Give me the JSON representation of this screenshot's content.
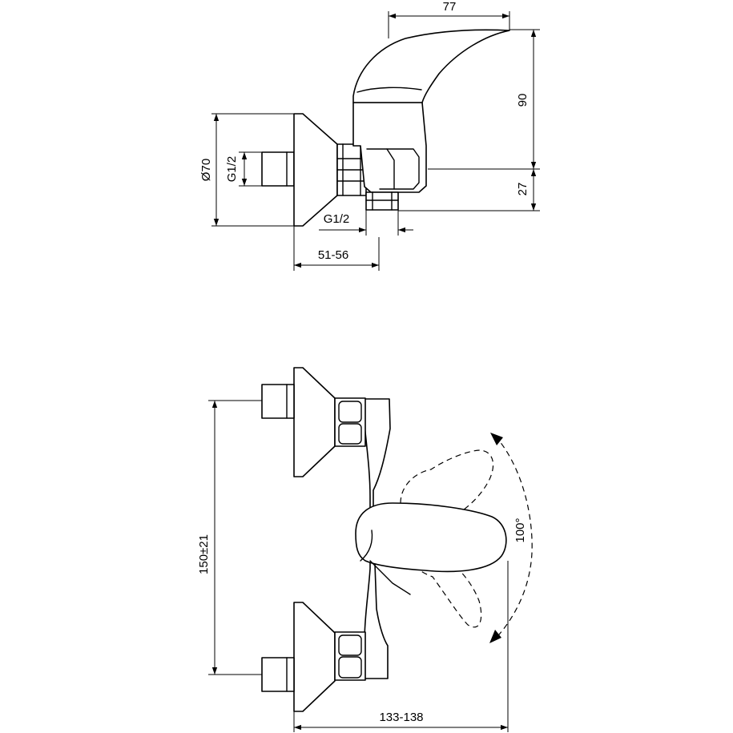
{
  "side_view": {
    "dimensions": {
      "spout_reach": "77",
      "height_total": "90",
      "height_lower": "27",
      "flange_diameter": "Ø70",
      "inlet_thread": "G1/2",
      "outlet_thread": "G1/2",
      "wall_to_axis": "51-56"
    }
  },
  "front_view": {
    "dimensions": {
      "inlet_spacing": "150±21",
      "lever_rotation": "100°",
      "total_width": "133-138"
    }
  }
}
